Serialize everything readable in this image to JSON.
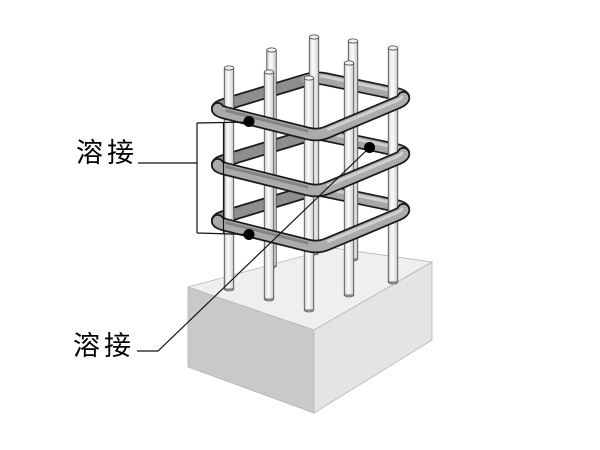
{
  "diagram": {
    "title": "Reinforced concrete column cage with welded hoop ties on footing",
    "labels": {
      "weld_top": {
        "text": "溶接"
      },
      "weld_bottom": {
        "text": "溶接"
      }
    },
    "counts": {
      "vertical_bars": 8,
      "hoops": 3,
      "weld_points": 3
    },
    "colors": {
      "background": "#ffffff",
      "label_text": "#000000",
      "annotation": "#111111",
      "outline": "#1a1a1a",
      "weld_dot": "#000000",
      "hoop_face": "#ababab",
      "hoop_back_face": "#8d8d8d",
      "hoop_back_right_face": "#a6a6a6",
      "hoop_top_highlight": "#d0d0d0",
      "hoop_top_shadow": "#848484",
      "bar_light": "#f7f7f7",
      "bar_mid": "#e2e2e2",
      "bar_shade": "#c2c2c2",
      "bar_outline": "#454545",
      "bar_cap": "#f0f0f0",
      "bar_end": "#b8b8b8",
      "base_top": "#efefef",
      "base_left": "#c9c9c9",
      "base_right": "#e4e4e4",
      "base_edge": "#b5b5b5"
    }
  }
}
